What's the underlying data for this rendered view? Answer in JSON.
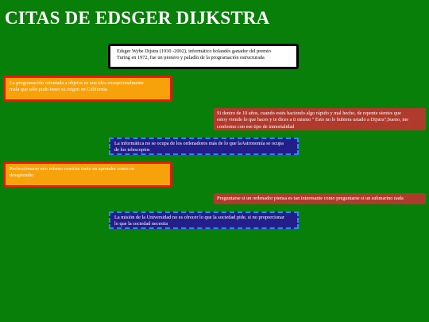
{
  "title": "CITAS DE EDSGER DIJKSTRA",
  "intro": {
    "line1": "Edsger Wybe Dijstra (1930 -2002), informático holandés ganador del premio",
    "line2": "Turing en 1972, fue un pionero y paladín de la programación estructurada"
  },
  "quotes": {
    "q1": {
      "line1": "La programación orientada a objetos es una idea excepcionalmente",
      "line2": "mala que sólo pudo tener su origen en California"
    },
    "q2": {
      "line1": "Si dentro de 10 años, cuando estés haciendo algo rápido y mal hecho, de repente sientes que",
      "line2": "estoy viendo lo que haces y te dices a ti mismo \" Esto no le hubiera ustado a Dijstra\",bueno, me",
      "line3": "conformo con ese tipo de inmortalidad"
    },
    "q3": {
      "line1": "La informática no se ocupa de los ordenadores más de lo que laAstronomía se ocupa",
      "line2": "de los telescopios"
    },
    "q4": {
      "line1": "Perfeccionarse uno mismo consiste tanto en aprender como en",
      "line2": "desaprender"
    },
    "q5": {
      "line1": "Preguntarse si un ordenador piensa es tan interesante como preguntarse si un submarino nada"
    },
    "q6": {
      "line1": "La misión de la Universidad no es ofrecer lo que la sociedad pide, si no proporcionar",
      "line2": "lo que la sociedad necesita"
    }
  },
  "colors": {
    "background": "#087f08",
    "orange_fill": "#f7a20a",
    "orange_border": "#f70f0f",
    "brown_fill": "#b03a2c",
    "blue_fill": "#221f8a",
    "blue_border": "#2d8cf0"
  }
}
